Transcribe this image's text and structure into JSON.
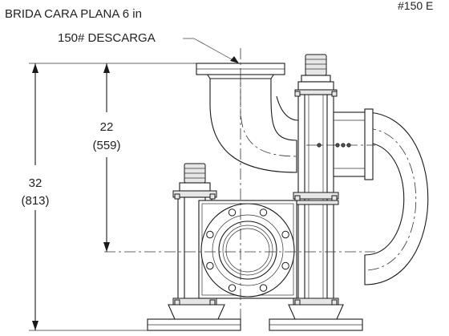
{
  "labels": {
    "flange_callout_line1": "BRIDA CARA PLANA 6 in",
    "flange_callout_line2": "150# DESCARGA",
    "corner_note": "#150 E",
    "dim_short_in": "22",
    "dim_short_mm": "(559)",
    "dim_tall_in": "32",
    "dim_tall_mm": "(813)"
  }
}
